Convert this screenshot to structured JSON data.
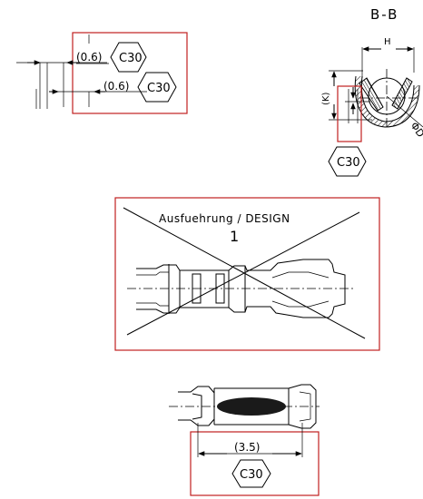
{
  "section": {
    "label": "B-B"
  },
  "labels": {
    "dim_width_h": "H",
    "dim_height_k": "(K)",
    "dim_diameter": "ΦD"
  },
  "top_left_callout": {
    "dim1": "(0.6)",
    "code1": "C30",
    "dim2": "(0.6)",
    "code2": "C30"
  },
  "section_callout": {
    "code": "C30"
  },
  "design_box": {
    "title": "Ausfuehrung / DESIGN",
    "number": "1"
  },
  "bottom_callout": {
    "dim": "(3.5)",
    "code": "C30"
  },
  "colors": {
    "line": "#000000",
    "frame": "#c02020",
    "background": "#ffffff"
  }
}
